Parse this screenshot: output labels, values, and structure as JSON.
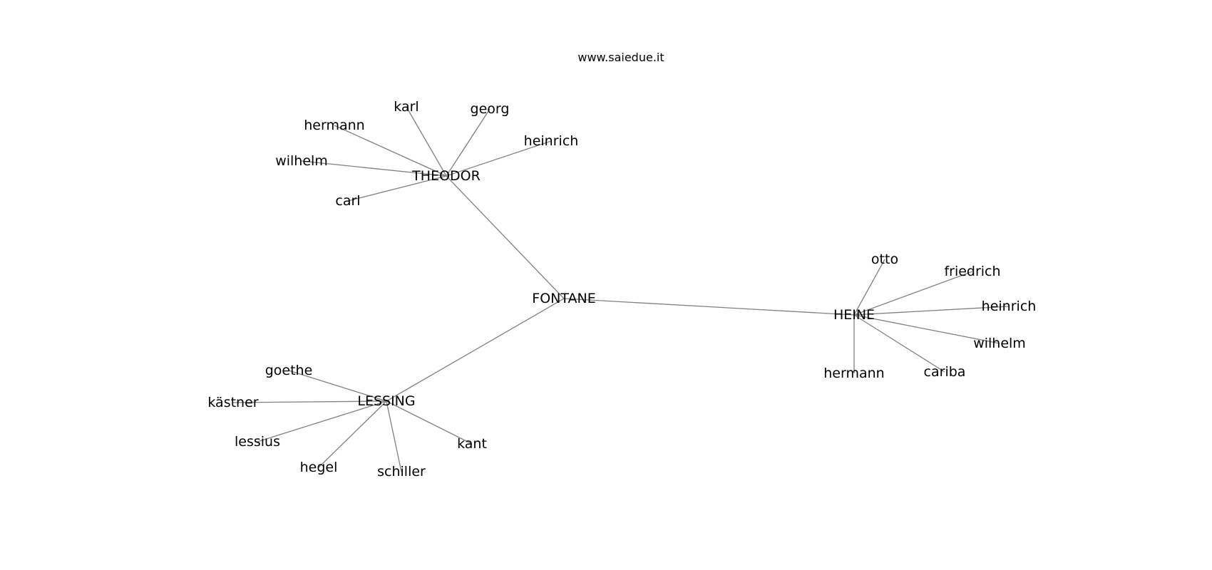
{
  "title": "www.saiedue.it",
  "graph": {
    "nodes": [
      {
        "id": "fontane",
        "label": "FONTANE"
      },
      {
        "id": "theodor",
        "label": "THEODOR"
      },
      {
        "id": "heine",
        "label": "HEINE"
      },
      {
        "id": "lessing",
        "label": "LESSING"
      },
      {
        "id": "karl",
        "label": "karl"
      },
      {
        "id": "georg",
        "label": "georg"
      },
      {
        "id": "hermann_t",
        "label": "hermann"
      },
      {
        "id": "heinrich_t",
        "label": "heinrich"
      },
      {
        "id": "wilhelm_t",
        "label": "wilhelm"
      },
      {
        "id": "carl",
        "label": "carl"
      },
      {
        "id": "otto",
        "label": "otto"
      },
      {
        "id": "friedrich",
        "label": "friedrich"
      },
      {
        "id": "heinrich_h",
        "label": "heinrich"
      },
      {
        "id": "wilhelm_h",
        "label": "wilhelm"
      },
      {
        "id": "cariba",
        "label": "cariba"
      },
      {
        "id": "hermann_h",
        "label": "hermann"
      },
      {
        "id": "goethe",
        "label": "goethe"
      },
      {
        "id": "kastner",
        "label": "kästner"
      },
      {
        "id": "lessius",
        "label": "lessius"
      },
      {
        "id": "hegel",
        "label": "hegel"
      },
      {
        "id": "schiller",
        "label": "schiller"
      },
      {
        "id": "kant",
        "label": "kant"
      }
    ],
    "edges": [
      [
        "fontane",
        "theodor"
      ],
      [
        "fontane",
        "heine"
      ],
      [
        "fontane",
        "lessing"
      ],
      [
        "theodor",
        "karl"
      ],
      [
        "theodor",
        "georg"
      ],
      [
        "theodor",
        "hermann_t"
      ],
      [
        "theodor",
        "heinrich_t"
      ],
      [
        "theodor",
        "wilhelm_t"
      ],
      [
        "theodor",
        "carl"
      ],
      [
        "heine",
        "otto"
      ],
      [
        "heine",
        "friedrich"
      ],
      [
        "heine",
        "heinrich_h"
      ],
      [
        "heine",
        "wilhelm_h"
      ],
      [
        "heine",
        "cariba"
      ],
      [
        "heine",
        "hermann_h"
      ],
      [
        "lessing",
        "goethe"
      ],
      [
        "lessing",
        "kastner"
      ],
      [
        "lessing",
        "lessius"
      ],
      [
        "lessing",
        "hegel"
      ],
      [
        "lessing",
        "schiller"
      ],
      [
        "lessing",
        "kant"
      ]
    ]
  }
}
